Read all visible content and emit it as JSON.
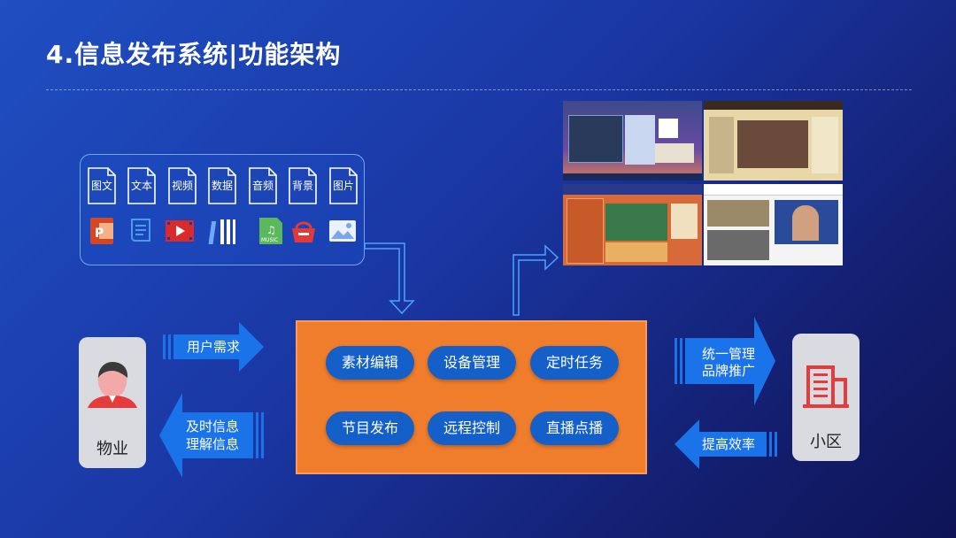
{
  "slide": {
    "title": "4.信息发布系统|功能架构"
  },
  "source_types": [
    {
      "label": "图文"
    },
    {
      "label": "文本"
    },
    {
      "label": "视频"
    },
    {
      "label": "数据"
    },
    {
      "label": "音频"
    },
    {
      "label": "背景"
    },
    {
      "label": "图片"
    }
  ],
  "media_icons": [
    {
      "name": "ppt-icon"
    },
    {
      "name": "scroll-text-icon"
    },
    {
      "name": "video-film-icon"
    },
    {
      "name": "data-bars-icon"
    },
    {
      "name": "music-file-icon",
      "label": "MUSIC"
    },
    {
      "name": "background-basket-icon"
    },
    {
      "name": "picture-icon"
    }
  ],
  "functions": [
    {
      "label": "素材编辑"
    },
    {
      "label": "设备管理"
    },
    {
      "label": "定时任务"
    },
    {
      "label": "节目发布"
    },
    {
      "label": "远程控制"
    },
    {
      "label": "直播点播"
    }
  ],
  "left_entity": {
    "label": "物业"
  },
  "right_entity": {
    "label": "小区"
  },
  "arrows": {
    "user_demand": "用户需求",
    "feedback_line1": "及时信息",
    "feedback_line2": "理解信息",
    "unified_line1": "统一管理",
    "unified_line2": "品牌推广",
    "efficiency": "提高效率"
  },
  "colors": {
    "center_box": "#f07d2c",
    "pill": "#1460c8",
    "arrow": "#1a73e8",
    "building": "#e63b3b"
  }
}
